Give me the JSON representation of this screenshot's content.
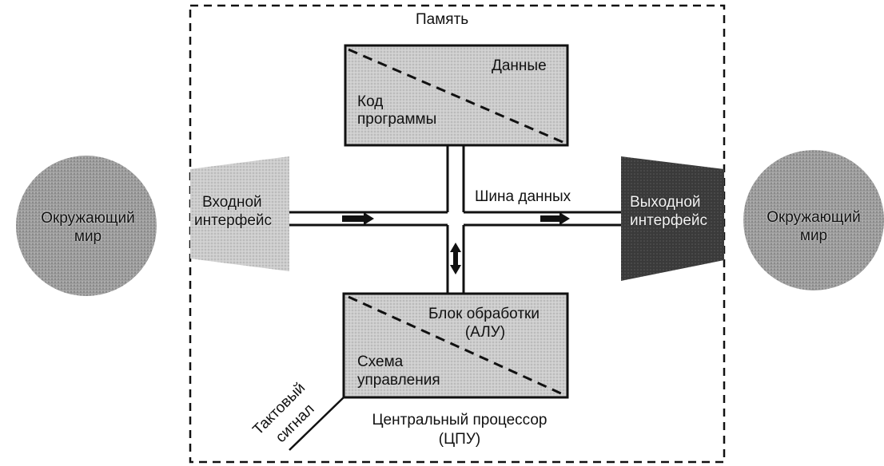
{
  "memory": {
    "label": "Память",
    "data_label": "Данные",
    "code_label_1": "Код",
    "code_label_2": "программы"
  },
  "cpu": {
    "alu_label_1": "Блок обработки",
    "alu_label_2": "(АЛУ)",
    "control_label_1": "Схема",
    "control_label_2": "управления",
    "title_1": "Центральный процессор",
    "title_2": "(ЦПУ)"
  },
  "bus": {
    "label": "Шина данных"
  },
  "input_interface": {
    "label_1": "Входной",
    "label_2": "интерфейс"
  },
  "output_interface": {
    "label_1": "Выходной",
    "label_2": "интерфейс"
  },
  "world_left": {
    "label_1": "Окружающий",
    "label_2": "мир"
  },
  "world_right": {
    "label_1": "Окружающий",
    "label_2": "мир"
  },
  "clock": {
    "label_1": "Тактовый",
    "label_2": "сигнал"
  },
  "colors": {
    "ink": "#111111",
    "panel": "#c9c9c9",
    "world": "#9a9a9a",
    "output_dark": "#3b3b3b",
    "paper": "#ffffff"
  }
}
